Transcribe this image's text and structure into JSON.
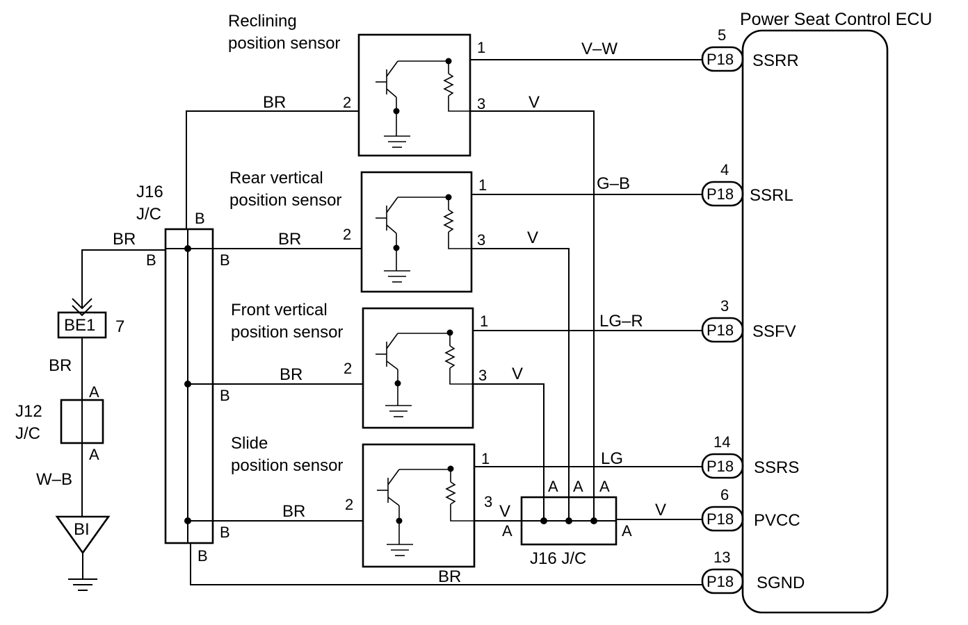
{
  "ecu": {
    "title": "Power Seat Control ECU",
    "connector": "P18",
    "terminals": [
      {
        "pin": "5",
        "name": "SSRR"
      },
      {
        "pin": "4",
        "name": "SSRL"
      },
      {
        "pin": "3",
        "name": "SSFV"
      },
      {
        "pin": "14",
        "name": "SSRS"
      },
      {
        "pin": "6",
        "name": "PVCC"
      },
      {
        "pin": "13",
        "name": "SGND"
      }
    ]
  },
  "sensors": [
    {
      "line1": "Reclining",
      "line2": "position sensor",
      "pin1": "1",
      "pin2": "2",
      "pin3": "3",
      "sig_wire": "V–W",
      "gnd_wire": "BR",
      "pwr_wire": "V"
    },
    {
      "line1": "Rear vertical",
      "line2": "position sensor",
      "pin1": "1",
      "pin2": "2",
      "pin3": "3",
      "sig_wire": "G–B",
      "gnd_wire": "BR",
      "pwr_wire": "V"
    },
    {
      "line1": "Front vertical",
      "line2": "position sensor",
      "pin1": "1",
      "pin2": "2",
      "pin3": "3",
      "sig_wire": "LG–R",
      "gnd_wire": "BR",
      "pwr_wire": "V"
    },
    {
      "line1": "Slide",
      "line2": "position sensor",
      "pin1": "1",
      "pin2": "2",
      "pin3": "3",
      "sig_wire": "LG",
      "gnd_wire": "BR",
      "pwr_wire": "V"
    }
  ],
  "j16_left": {
    "line1": "J16",
    "line2": "J/C",
    "term": "B"
  },
  "j16_bottom": {
    "label": "J16 J/C",
    "term": "A"
  },
  "j12": {
    "line1": "J12",
    "line2": "J/C",
    "term": "A"
  },
  "be1": {
    "name": "BE1",
    "pin": "7"
  },
  "ground": {
    "name": "BI"
  },
  "wires": {
    "br": "BR",
    "wb": "W–B",
    "v": "V"
  }
}
